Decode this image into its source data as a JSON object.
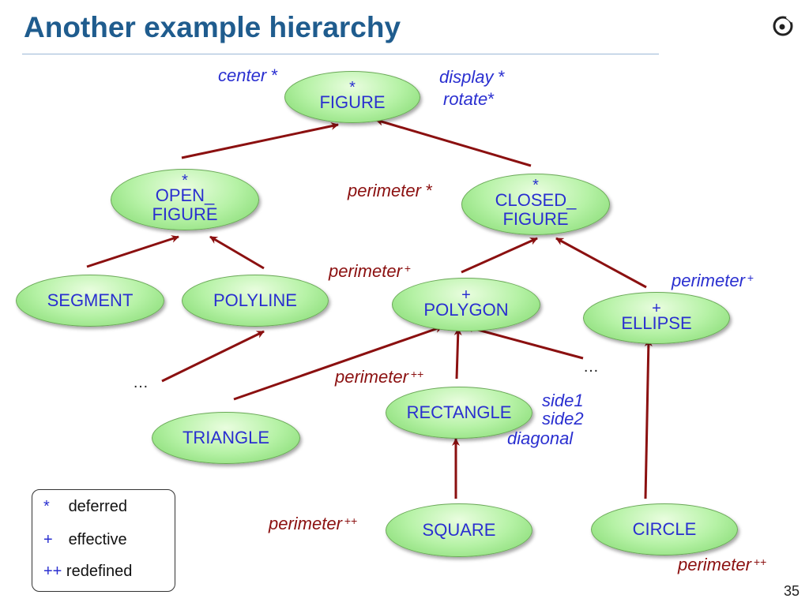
{
  "slide": {
    "title": "Another example hierarchy",
    "page_number": "35"
  },
  "nodes": {
    "figure": {
      "mark": "*",
      "line1": "FIGURE",
      "line2": ""
    },
    "open_figure": {
      "mark": "*",
      "line1": "OPEN_",
      "line2": "FIGURE"
    },
    "closed_figure": {
      "mark": "*",
      "line1": "CLOSED_",
      "line2": "FIGURE"
    },
    "segment": {
      "mark": "",
      "line1": "SEGMENT",
      "line2": ""
    },
    "polyline": {
      "mark": "",
      "line1": "POLYLINE",
      "line2": ""
    },
    "polygon": {
      "mark": "+",
      "line1": "POLYGON",
      "line2": ""
    },
    "ellipse": {
      "mark": "+",
      "line1": "ELLIPSE",
      "line2": ""
    },
    "triangle": {
      "mark": "",
      "line1": "TRIANGLE",
      "line2": ""
    },
    "rectangle": {
      "mark": "",
      "line1": "RECTANGLE",
      "line2": ""
    },
    "square": {
      "mark": "",
      "line1": "SQUARE",
      "line2": ""
    },
    "circle": {
      "mark": "",
      "line1": "CIRCLE",
      "line2": ""
    }
  },
  "features": {
    "center": {
      "text": "center",
      "mark": "*"
    },
    "display": {
      "text": "display",
      "mark": "*"
    },
    "rotate": {
      "text": "rotate",
      "mark": "*"
    },
    "closed_perimeter": {
      "text": "perimeter",
      "mark": "*"
    },
    "polygon_perimeter": {
      "text": "perimeter",
      "mark": "+"
    },
    "ellipse_perimeter": {
      "text": "perimeter",
      "mark": "+"
    },
    "rectangle_perimeter": {
      "text": "perimeter",
      "mark": "++"
    },
    "side1": {
      "text": "side1"
    },
    "side2": {
      "text": "side2"
    },
    "diagonal": {
      "text": "diagonal"
    },
    "square_perimeter": {
      "text": "perimeter",
      "mark": "++"
    },
    "circle_perimeter": {
      "text": "perimeter",
      "mark": "++"
    }
  },
  "ellipses": {
    "left": "…",
    "right": "…"
  },
  "legend": [
    {
      "symbol": "*",
      "label": "deferred"
    },
    {
      "symbol": "+",
      "label": "effective"
    },
    {
      "symbol": "++",
      "label": "redefined"
    }
  ],
  "colors": {
    "title": "#1f5c8e",
    "class_text": "#2a2fd0",
    "inheritance_arrow": "#8b1010",
    "node_fill": "#b6f2a6"
  }
}
